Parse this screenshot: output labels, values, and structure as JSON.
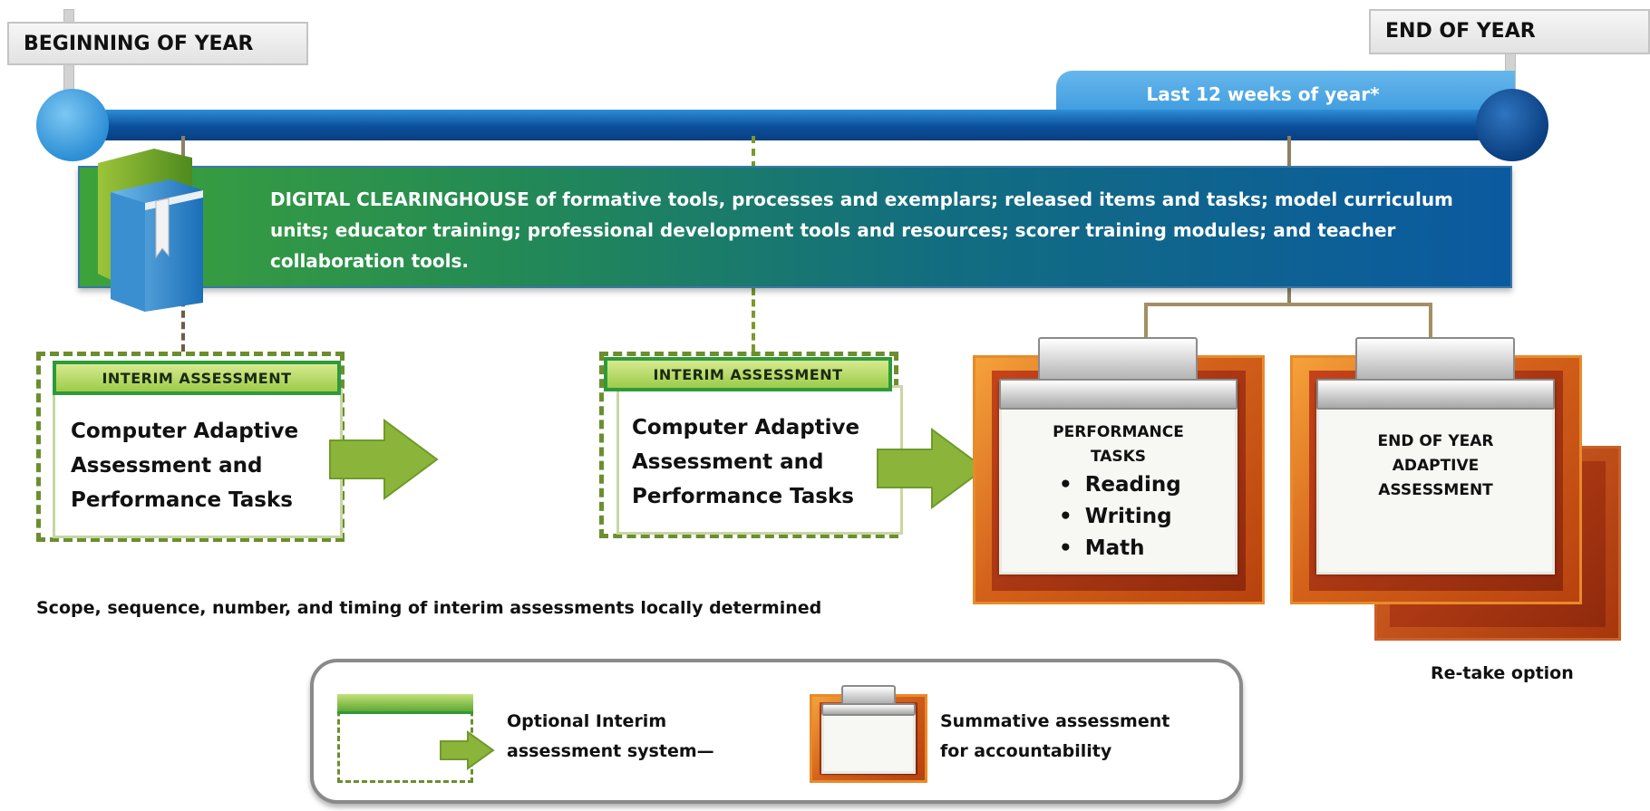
{
  "timeline": {
    "start_label": "BEGINNING OF YEAR",
    "end_label": "END OF YEAR",
    "last_weeks_label": "Last 12 weeks of year*"
  },
  "clearinghouse": {
    "lead": "DIGITAL CLEARINGHOUSE",
    "text": " of formative tools, processes and exemplars; released items and tasks; model curriculum units; educator training; professional development tools and resources; scorer training modules; and teacher collaboration tools."
  },
  "interim_1": {
    "header": "INTERIM  ASSESSMENT",
    "lines": [
      "Computer Adaptive",
      "Assessment and",
      "Performance Tasks"
    ]
  },
  "interim_2": {
    "header": "INTERIM  ASSESSMENT",
    "lines": [
      "Computer Adaptive",
      "Assessment and",
      "Performance Tasks"
    ]
  },
  "performance": {
    "title_lines": [
      "PERFORMANCE",
      "TASKS"
    ],
    "items": [
      "Reading",
      "Writing",
      "Math"
    ]
  },
  "end_of_year": {
    "title_lines": [
      "END OF YEAR",
      "ADAPTIVE",
      "ASSESSMENT"
    ],
    "retake_label": "Re-take option"
  },
  "interim_note": "Scope, sequence, number, and timing of interim assessments locally determined",
  "legend": {
    "interim_lines": [
      "Optional Interim",
      "assessment  system—"
    ],
    "summative_lines": [
      "Summative assessment",
      "for accountability"
    ]
  },
  "colors": {
    "timeline_blue": "#0b4f9c",
    "interim_green": "#6c8e2e",
    "arrow_green": "#8ab53a",
    "summative_orange": "#e88a2a"
  }
}
